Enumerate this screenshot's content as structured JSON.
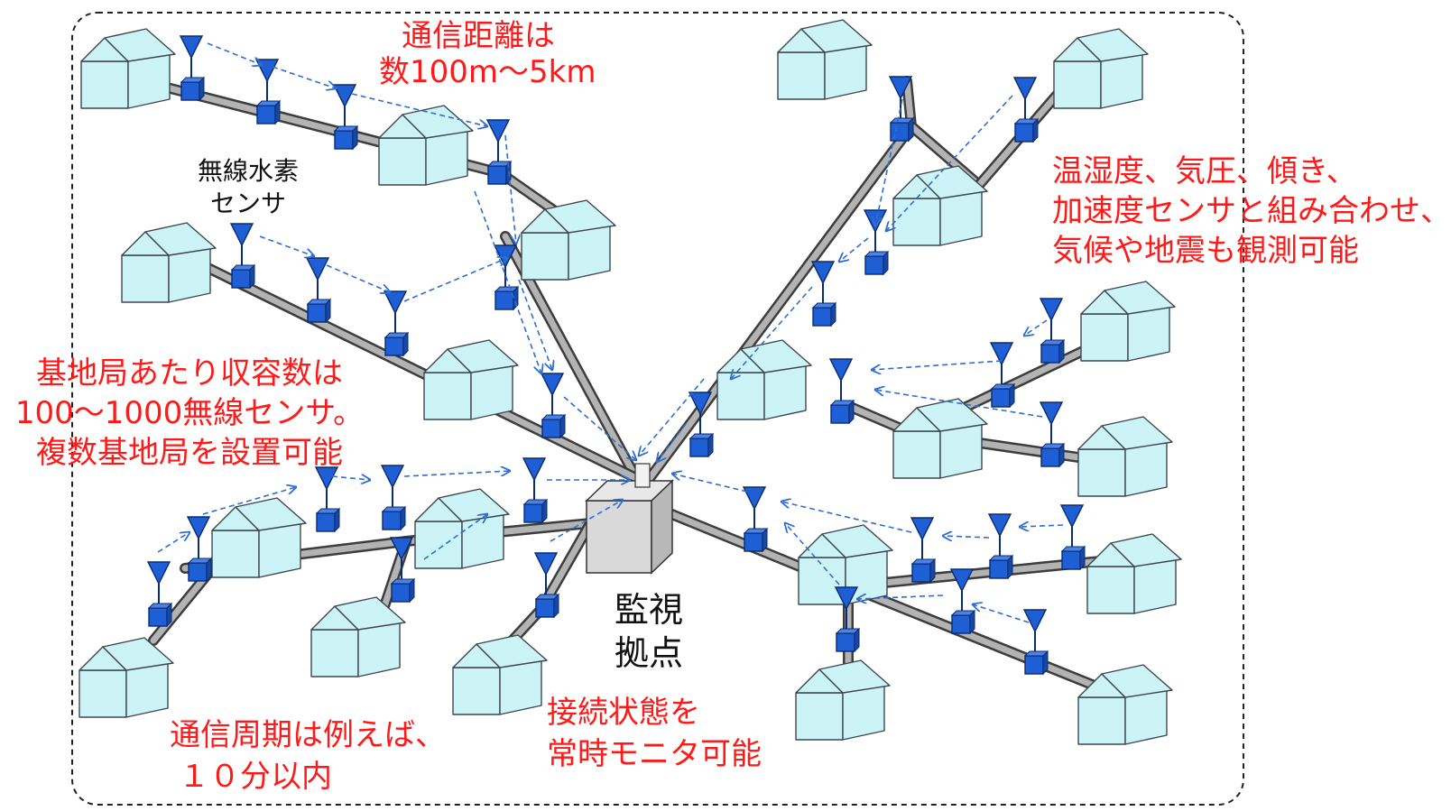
{
  "colors": {
    "house_fill": "#ccf4f7",
    "house_stroke": "#3d4650",
    "pipe": "#b3b3b3",
    "sensor_blue": "#1f5fd6",
    "link_arrow": "#2f6ed0",
    "annotation_red": "#ff1a1a",
    "station_gray": "#d9d9d9"
  },
  "labels": {
    "comm_distance": [
      "通信距離は",
      "数100m～5km"
    ],
    "sensor": [
      "無線水素",
      "センサ"
    ],
    "capacity": [
      "基地局あたり収容数は",
      "100～1000無線センサ。",
      "複数基地局を設置可能"
    ],
    "station": [
      "監視",
      "拠点"
    ],
    "cycle": [
      "通信周期は例えば、",
      "１０分以内"
    ],
    "monitor": [
      "接続状態を",
      "常時モニタ可能"
    ],
    "environment": [
      "温湿度、気圧、傾き、",
      "加速度センサと組み合わせ、",
      "気候や地震も観測可能"
    ]
  },
  "icons": [
    "house-icon",
    "antenna-icon",
    "sensor-box-icon",
    "base-station-icon",
    "arrow-icon"
  ]
}
